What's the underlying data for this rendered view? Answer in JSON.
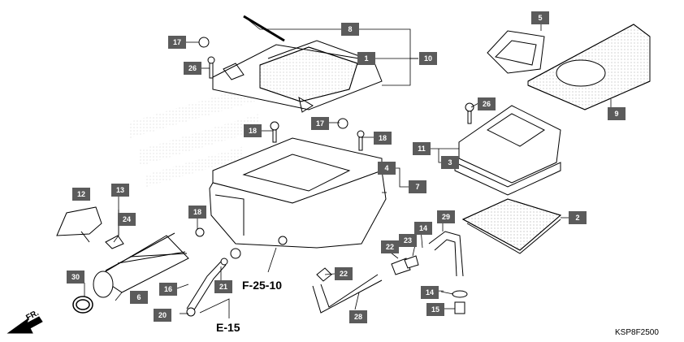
{
  "callouts": {
    "c1": "1",
    "c2": "2",
    "c3": "3",
    "c4": "4",
    "c5": "5",
    "c6": "6",
    "c7": "7",
    "c8": "8",
    "c9": "9",
    "c10": "10",
    "c11": "11",
    "c12": "12",
    "c13": "13",
    "c14a": "14",
    "c14b": "14",
    "c15": "15",
    "c16": "16",
    "c17a": "17",
    "c17b": "17",
    "c18a": "18",
    "c18b": "18",
    "c18c": "18",
    "c20": "20",
    "c21": "21",
    "c22a": "22",
    "c22b": "22",
    "c23": "23",
    "c24": "24",
    "c26a": "26",
    "c26b": "26",
    "c28": "28",
    "c29": "29",
    "c30": "30"
  },
  "references": {
    "f25": "F-25-10",
    "e15": "E-15"
  },
  "direction_label": "FR.",
  "diagram_code": "KSP8F2500",
  "colors": {
    "callout_bg": "#5b5b5b",
    "callout_text": "#ffffff",
    "line": "#000000"
  }
}
